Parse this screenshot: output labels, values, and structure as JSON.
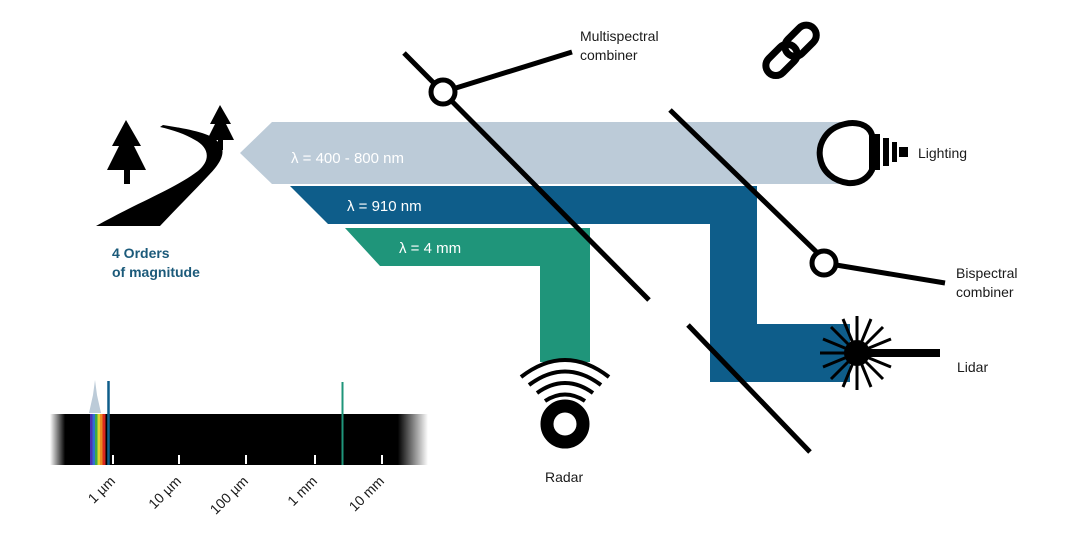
{
  "colors": {
    "visible_beam": "#bccbd8",
    "infrared_beam": "#0e5d8a",
    "mm_beam": "#1f957a",
    "scale_bar": "#000000",
    "label_accent": "#1b5a7a",
    "ink": "#000000"
  },
  "beams": {
    "visible": "λ = 400 - 800 nm",
    "infrared": "λ = 910 nm",
    "millimeter": "λ = 4 mm"
  },
  "devices": {
    "multispectral_line1": "Multispectral",
    "multispectral_line2": "combiner",
    "bispectral_line1": "Bispectral",
    "bispectral_line2": "combiner",
    "lighting": "Lighting",
    "lidar": "Lidar",
    "radar": "Radar"
  },
  "magnitude": {
    "line1": "4 Orders",
    "line2": "of magnitude"
  },
  "scale": {
    "ticks": [
      "1 µm",
      "10 µm",
      "100 µm",
      "1 mm",
      "10 mm"
    ]
  },
  "icons": [
    "chain-link-icon",
    "tree-icon",
    "road-icon",
    "light-bulb-icon",
    "laser-burst-icon",
    "radar-dish-icon"
  ]
}
